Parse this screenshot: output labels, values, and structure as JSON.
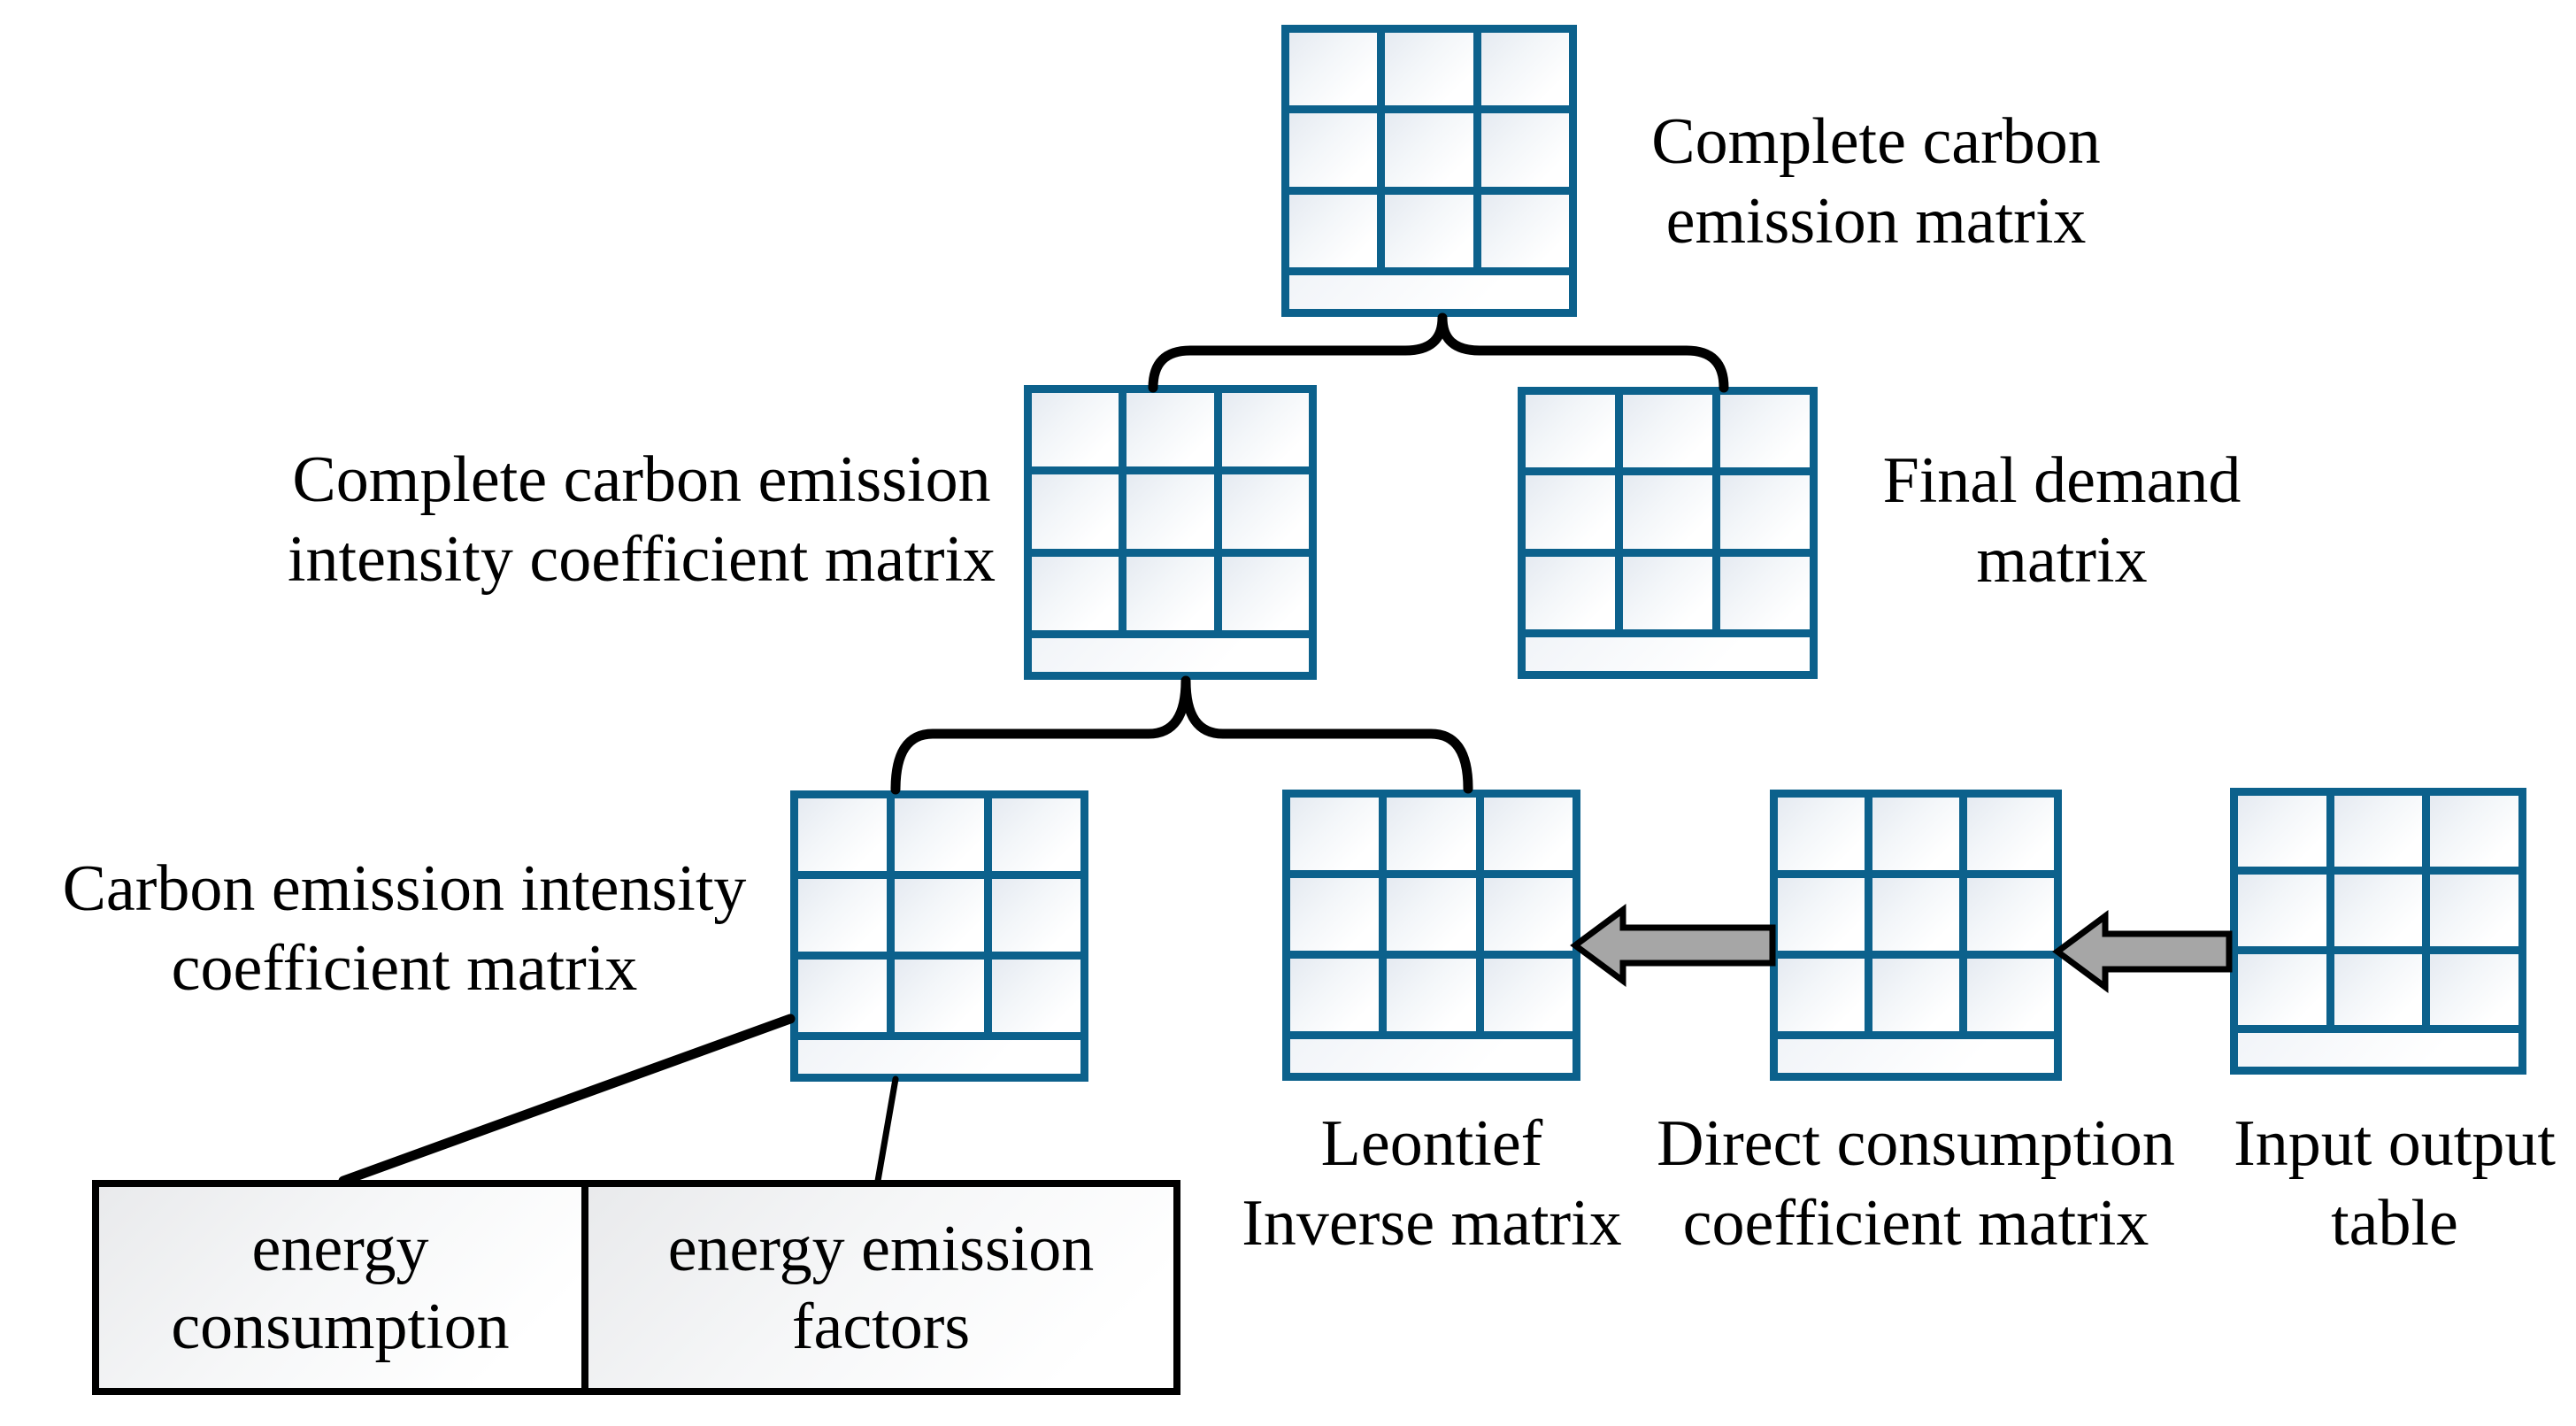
{
  "figure": {
    "description": "Flow diagram of complete carbon emission matrix calculation"
  },
  "colors": {
    "matrix_border": "#0c618c",
    "connector": "#000000",
    "arrow_fill": "#a6a6a6",
    "arrow_stroke": "#000000",
    "text": "#000000",
    "background": "#ffffff"
  },
  "nodes": {
    "complete_carbon_emission_matrix": {
      "line1": "Complete carbon",
      "line2": "emission matrix"
    },
    "complete_carbon_emission_intensity_coefficient_matrix": {
      "line1": "Complete carbon emission",
      "line2": "intensity coefficient matrix"
    },
    "final_demand_matrix": {
      "line1": "Final demand",
      "line2": "matrix"
    },
    "carbon_emission_intensity_coefficient_matrix": {
      "line1": "Carbon emission intensity",
      "line2": "coefficient matrix"
    },
    "leontief_inverse_matrix": {
      "line1": "Leontief",
      "line2": "Inverse matrix"
    },
    "direct_consumption_coefficient_matrix": {
      "line1": "Direct consumption",
      "line2": "coefficient matrix"
    },
    "input_output_table": {
      "line1": "Input output",
      "line2": "table"
    },
    "energy_consumption": {
      "line1": "energy",
      "line2": "consumption"
    },
    "energy_emission_factors": {
      "line1": "energy emission",
      "line2": "factors"
    }
  }
}
